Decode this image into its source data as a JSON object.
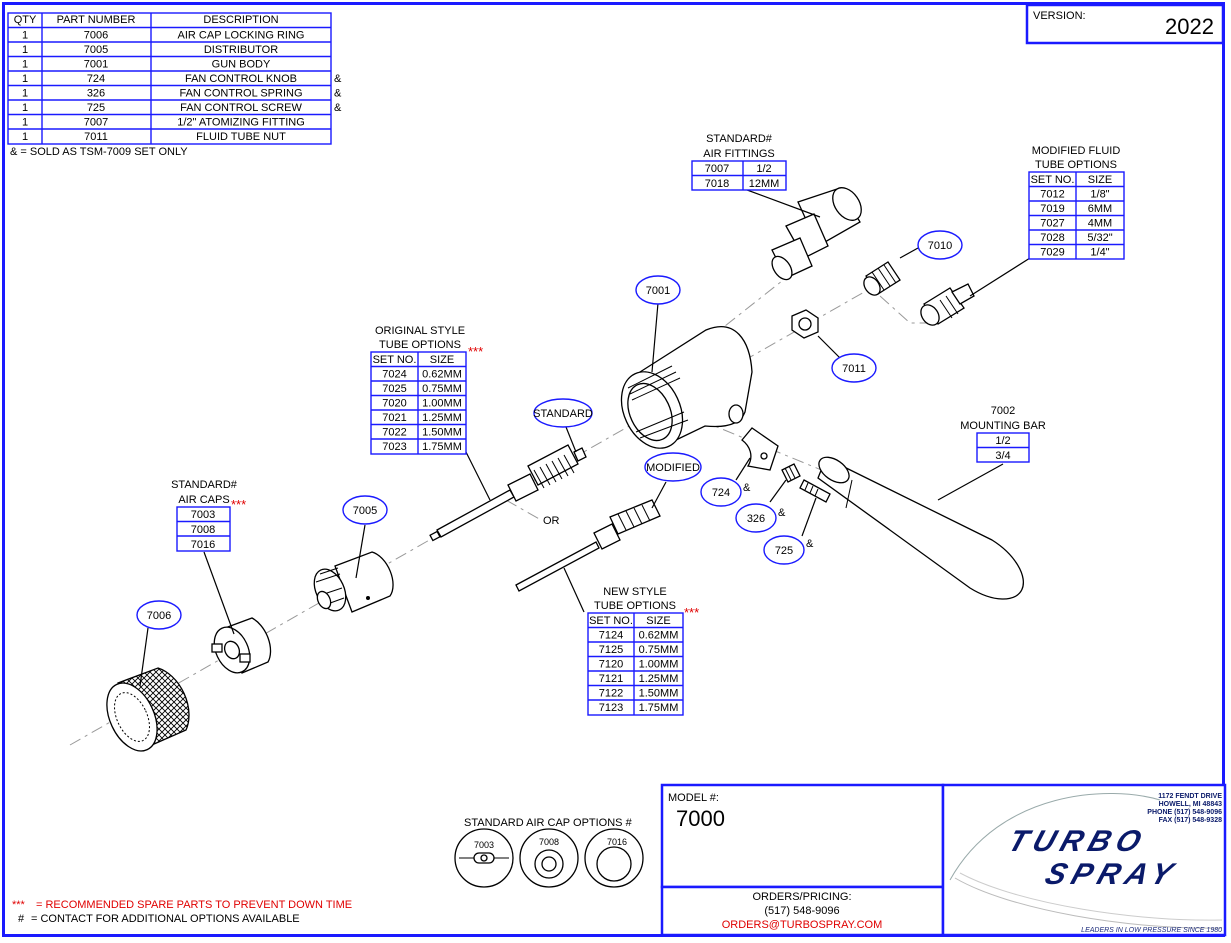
{
  "parts_table": {
    "headers": [
      "QTY",
      "PART NUMBER",
      "DESCRIPTION"
    ],
    "rows": [
      {
        "qty": "1",
        "part": "7006",
        "desc": "AIR CAP LOCKING RING",
        "flag": ""
      },
      {
        "qty": "1",
        "part": "7005",
        "desc": "DISTRIBUTOR",
        "flag": ""
      },
      {
        "qty": "1",
        "part": "7001",
        "desc": "GUN BODY",
        "flag": ""
      },
      {
        "qty": "1",
        "part": "724",
        "desc": "FAN CONTROL KNOB",
        "flag": "&"
      },
      {
        "qty": "1",
        "part": "326",
        "desc": "FAN CONTROL SPRING",
        "flag": "&"
      },
      {
        "qty": "1",
        "part": "725",
        "desc": "FAN CONTROL SCREW",
        "flag": "&"
      },
      {
        "qty": "1",
        "part": "7007",
        "desc": "1/2\" ATOMIZING FITTING",
        "flag": ""
      },
      {
        "qty": "1",
        "part": "7011",
        "desc": "FLUID TUBE NUT",
        "flag": ""
      }
    ],
    "note": "& = SOLD AS TSM-7009 SET ONLY"
  },
  "version": {
    "label": "VERSION:",
    "value": "2022"
  },
  "air_fittings": {
    "title1": "STANDARD#",
    "title2": "AIR FITTINGS",
    "rows": [
      {
        "a": "7007",
        "b": "1/2"
      },
      {
        "a": "7018",
        "b": "12MM"
      }
    ]
  },
  "fluid_tube": {
    "title1": "MODIFIED FLUID",
    "title2": "TUBE OPTIONS",
    "headers": [
      "SET NO.",
      "SIZE"
    ],
    "rows": [
      {
        "a": "7012",
        "b": "1/8\""
      },
      {
        "a": "7019",
        "b": "6MM"
      },
      {
        "a": "7027",
        "b": "4MM"
      },
      {
        "a": "7028",
        "b": "5/32\""
      },
      {
        "a": "7029",
        "b": "1/4\""
      }
    ]
  },
  "original_tube": {
    "title1": "ORIGINAL STYLE",
    "title2": "TUBE OPTIONS",
    "stars": "***",
    "headers": [
      "SET NO.",
      "SIZE"
    ],
    "rows": [
      {
        "a": "7024",
        "b": "0.62MM"
      },
      {
        "a": "7025",
        "b": "0.75MM"
      },
      {
        "a": "7020",
        "b": "1.00MM"
      },
      {
        "a": "7021",
        "b": "1.25MM"
      },
      {
        "a": "7022",
        "b": "1.50MM"
      },
      {
        "a": "7023",
        "b": "1.75MM"
      }
    ]
  },
  "new_tube": {
    "title1": "NEW STYLE",
    "title2": "TUBE OPTIONS",
    "stars": "***",
    "headers": [
      "SET NO.",
      "SIZE"
    ],
    "rows": [
      {
        "a": "7124",
        "b": "0.62MM"
      },
      {
        "a": "7125",
        "b": "0.75MM"
      },
      {
        "a": "7120",
        "b": "1.00MM"
      },
      {
        "a": "7121",
        "b": "1.25MM"
      },
      {
        "a": "7122",
        "b": "1.50MM"
      },
      {
        "a": "7123",
        "b": "1.75MM"
      }
    ]
  },
  "air_caps": {
    "title1": "STANDARD#",
    "title2": "AIR CAPS",
    "stars": "***",
    "rows": [
      "7003",
      "7008",
      "7016"
    ]
  },
  "mounting_bar": {
    "title1": "7002",
    "title2": "MOUNTING BAR",
    "rows": [
      "1/2",
      "3/4"
    ]
  },
  "bubbles": {
    "b7001": "7001",
    "b7010": "7010",
    "b7011": "7011",
    "b7005": "7005",
    "b7006": "7006",
    "standard": "STANDARD",
    "modified": "MODIFIED",
    "b724": "724",
    "b326": "326",
    "b725": "725"
  },
  "amp": "&",
  "or_label": "OR",
  "cap_options": {
    "title": "STANDARD AIR CAP OPTIONS #",
    "caps": [
      "7003",
      "7008",
      "7016"
    ]
  },
  "legend": {
    "stars": "***",
    "spare": "= RECOMMENDED SPARE PARTS TO PREVENT DOWN TIME",
    "hash": "#",
    "contact": "= CONTACT FOR ADDITIONAL OPTIONS AVAILABLE"
  },
  "model": {
    "label": "MODEL #:",
    "value": "7000"
  },
  "orders": {
    "label": "ORDERS/PRICING:",
    "phone": "(517) 548-9096",
    "email": "ORDERS@TURBOSPRAY.COM"
  },
  "company": {
    "address": "1172 FENDT DRIVE",
    "city": "HOWELL, MI 48843",
    "phone": "PHONE (517) 548-9096",
    "fax": "FAX (517) 548-9328",
    "logo1": "TURBO",
    "logo2": "SPRAY",
    "tagline": "LEADERS IN LOW PRESSURE SINCE 1980"
  },
  "colors": {
    "border": "#1a1aff",
    "accent": "#e00000",
    "logo": "#0a1a6a"
  }
}
